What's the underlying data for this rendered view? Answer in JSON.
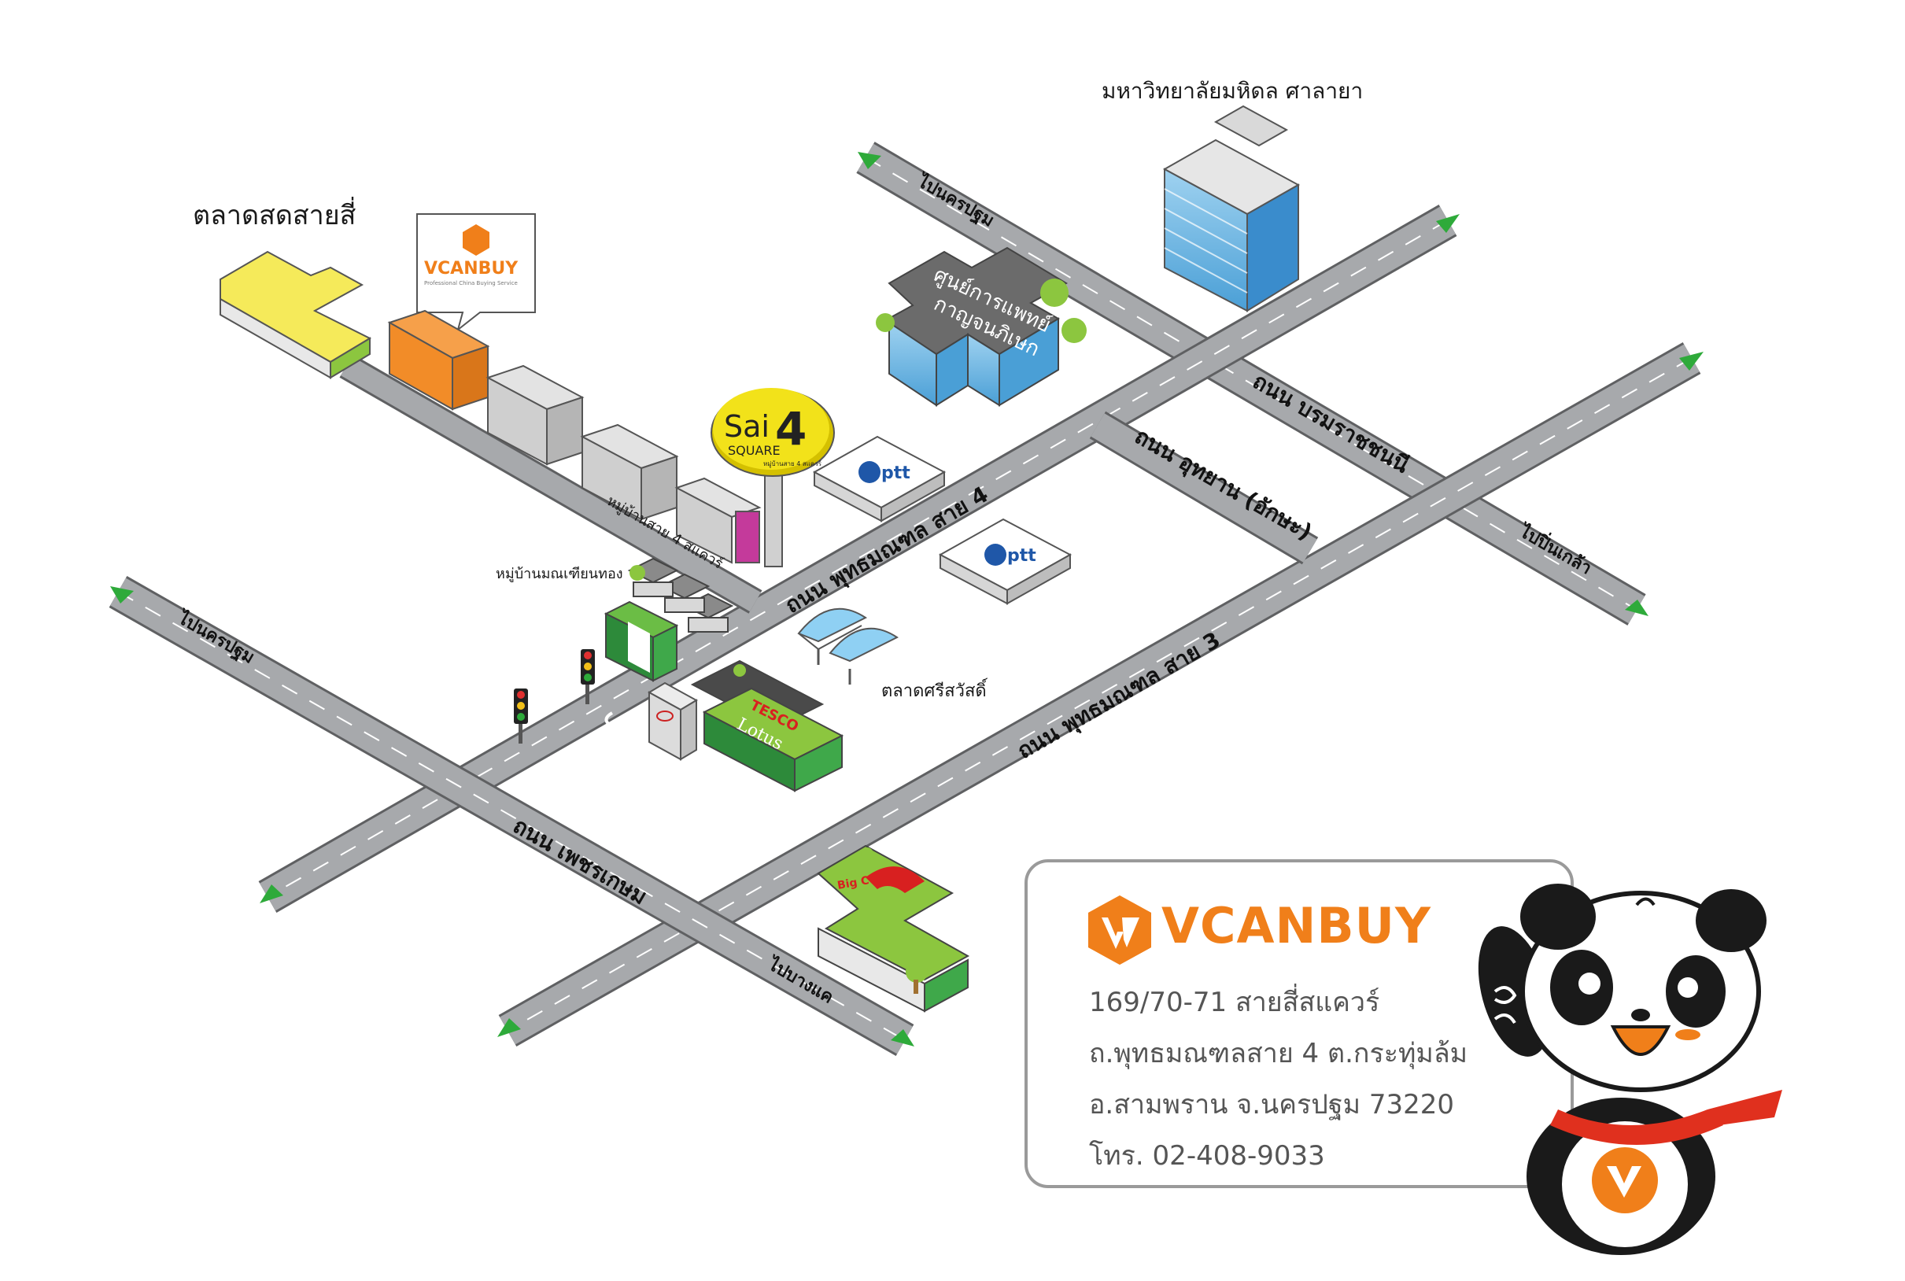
{
  "landmarks": {
    "fresh_market": "ตลาดสดสายสี่",
    "mahidol": "มหาวิทยาลัยมหิดล ศาลายา",
    "medical_center_line1": "ศูนย์การแพทย์",
    "medical_center_line2": "กาญจนภิเษก",
    "village_sai4": "หมู่บ้านสาย 4 สแควร์",
    "village_manee": "หมู่บ้านมณเฑียนทอง",
    "sri_sawat_market": "ตลาดศรีสวัสดิ์",
    "sai4_sign_line1": "Sai",
    "sai4_sign_num": "4",
    "sai4_sign_line2": "SQUARE",
    "sai4_sign_line3": "หมู่บ้านสาย 4 สแควร์",
    "ptt": "ptt",
    "tesco": "TESCO",
    "lotus": "Lotus",
    "bigc": "Big C",
    "vcanbuy_bubble": "VCANBUY",
    "vcanbuy_bubble_sub": "Professional China Buying Service"
  },
  "roads": {
    "to_nakhon_pathom_top": "ไปนครปฐม",
    "to_nakhon_pathom_left": "ไปนครปฐม",
    "to_pinklao": "ไปปิ่นเกล้า",
    "to_bangkae": "ไปบางแค",
    "borommaratchachonnani": "ถนน บรมราชชนนี",
    "utthayan": "ถนน อุทยาน (อักษะ)",
    "phutthamonthon_4": "ถนน พุทธมณฑล สาย 4",
    "phutthamonthon_3": "ถนน พุทธมณฑล สาย 3",
    "phetkasem": "ถนน เพชรเกษม"
  },
  "contact": {
    "brand": "VCANBUY",
    "address1": "169/70-71 สายสี่สแควร์",
    "address2": "ถ.พุทธมณฑลสาย 4 ต.กระทุ่มล้ม",
    "address3": "อ.สามพราน  จ.นครปฐม 73220",
    "phone": "โทร. 02-408-9033"
  },
  "colors": {
    "road": "#a7a9ac",
    "road_edge": "#5f6062",
    "arrow": "#2eaa3a",
    "brand_orange": "#f07f1a",
    "building_green": "#8cc63f",
    "yellow": "#f5ea5a"
  }
}
